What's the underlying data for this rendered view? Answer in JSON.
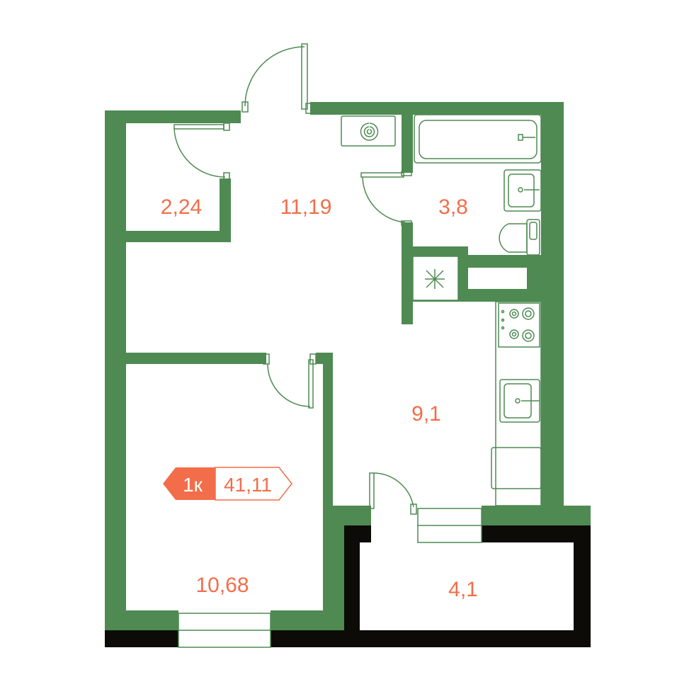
{
  "plan": {
    "rooms": [
      {
        "id": "storage",
        "area": "2,24"
      },
      {
        "id": "hall",
        "area": "11,19"
      },
      {
        "id": "bathroom",
        "area": "3,8"
      },
      {
        "id": "kitchen",
        "area": "9,1"
      },
      {
        "id": "bedroom",
        "area": "10,68"
      },
      {
        "id": "balcony",
        "area": "4,1"
      }
    ],
    "badge": {
      "rooms": "1к",
      "total_area": "41,11"
    },
    "colors": {
      "wall": "#4e8a52",
      "exterior": "#0d0b07",
      "label": "#f26e4a",
      "badge_fill": "#f26e4a"
    },
    "icons": [
      "sink-icon",
      "bathtub-icon",
      "washbasin-icon",
      "toilet-icon",
      "ventilation-icon",
      "stove-icon",
      "kitchen-sink-icon"
    ]
  }
}
